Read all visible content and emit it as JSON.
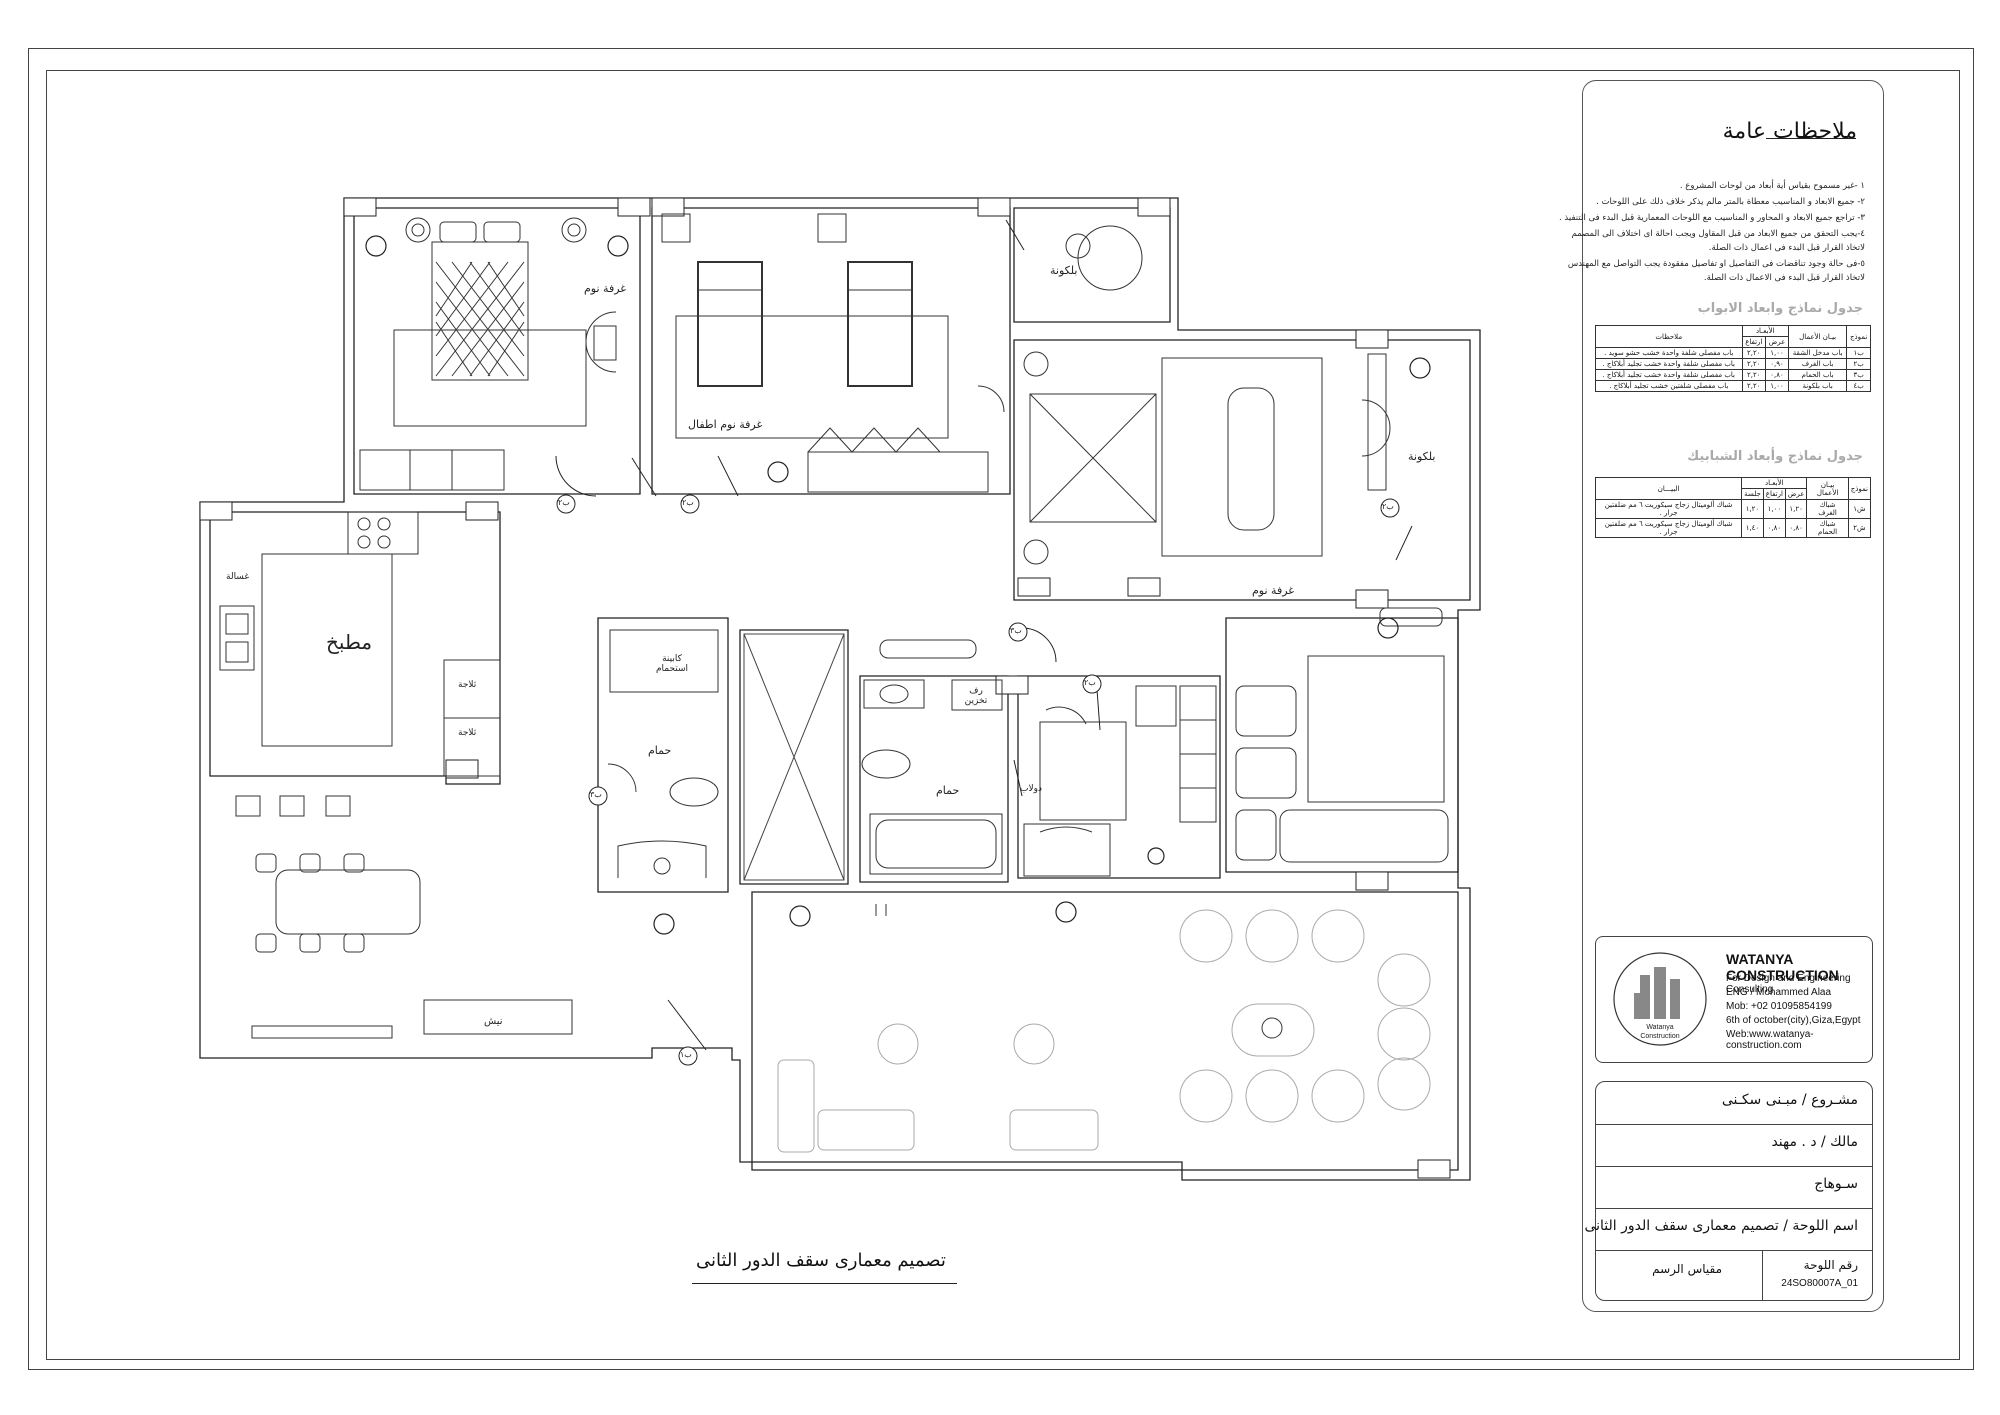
{
  "plan": {
    "rooms": {
      "bedroom1": "غرفة نوم",
      "kids_bedroom": "غرفة نوم اطفال",
      "balcony_top": "بلكونة",
      "balcony_right": "بلكونة",
      "master_bedroom": "غرفة نوم",
      "kitchen": "مطبخ",
      "sink": "غسالة",
      "fridge1": "ثلاجة",
      "fridge2": "ثلاجة",
      "bath1": "حمام",
      "shower": "كابينة استحمام",
      "bath2": "حمام",
      "shelf": "رف تخزين",
      "closet": "دولاب",
      "niche": "نيش"
    },
    "door_tags": [
      "ب٢",
      "ب٢",
      "ب٣",
      "ب٢",
      "ب٢",
      "ب٣",
      "ب١"
    ]
  },
  "drawing_title": "تصميم معمارى سقف الدور الثانى",
  "panel": {
    "notes_title": "ملاحظات عامة",
    "notes": [
      "١ -غير مسموح بقياس أية أبعاد من لوحات المشروع .",
      "٢- جميع الابعاد و المناسيب معطاة بالمتر مالم يذكر خلاف ذلك على اللوحات .",
      "٣- تراجع جميع الابعاد و المحاور و المناسيب مع اللوحات المعمارية قبل البدء فى التنفيذ .",
      "٤-يجب التحقق من جميع الابعاد من قبل المقاول ويجب احالة اى اختلاف الى المصمم",
      "لاتخاذ القرار قبل البدء فى اعمال ذات الصلة.",
      "٥-فى حالة وجود تناقضات فى التفاصيل او تفاصيل مفقودة يجب التواصل مع المهندس",
      "لاتخاذ القرار قبل البدء فى الاعمال ذات الصلة."
    ],
    "doors_title": "جدول نماذج وابعاد الابواب",
    "doors_headers": {
      "model": "نموذج",
      "desc": "بيـان الأعمال",
      "dims": "الأبعـاد",
      "w": "عرض",
      "h": "ارتفاع",
      "notes": "ملاحظات"
    },
    "doors_rows": [
      {
        "model": "ب١",
        "desc": "باب مدخل الشقة",
        "w": "١,٠٠",
        "h": "٢,٢٠",
        "notes": "باب مفصلى شلفة واحدة خشب حشو سويد ."
      },
      {
        "model": "ب٢",
        "desc": "باب الغرف",
        "w": "٠,٩٠",
        "h": "٢,٢٠",
        "notes": "باب مفصلى شلفة واحدة خشب تجليد أبلاكاج ."
      },
      {
        "model": "ب٣",
        "desc": "باب الحمام",
        "w": "٠,٨٠",
        "h": "٢,٢٠",
        "notes": "باب مفصلى شلفة واحدة خشب تجليد أبلاكاج ."
      },
      {
        "model": "ب٤",
        "desc": "باب بلكونة",
        "w": "١,٠٠",
        "h": "٢,٢٠",
        "notes": "باب مفصلى شلفتين خشب تجليد أبلاكاج ."
      }
    ],
    "windows_title": "جدول نماذج وأبعاد الشبابيك",
    "windows_headers": {
      "model": "نموذج",
      "desc": "بيـان الأعمال",
      "dims": "الأبعـاد",
      "w": "عرض",
      "h": "ارتفاع",
      "sill": "جلسة",
      "notes": "البيـــان"
    },
    "windows_rows": [
      {
        "model": "ش١",
        "desc": "شباك الغرف",
        "w": "١,٢٠",
        "h": "١,٠٠",
        "sill": "١,٢٠",
        "notes": "شباك ألوميتال زجاج سيكوريت ٦ مم ضلفتين جرار ."
      },
      {
        "model": "ش٢",
        "desc": "شباك الحمام",
        "w": "٠,٨٠",
        "h": "٠,٨٠",
        "sill": "١,٤٠",
        "notes": "شباك ألوميتال زجاج سيكوريت ٦ مم ضلفتين جرار ."
      }
    ],
    "company": {
      "name": "WATANYA CONSTRUCTION",
      "line1": "For Design and Engineering Consulting",
      "line2": "ENG / Mohammed Alaa",
      "line3": "Mob: +02 01095854199",
      "line4": "6th of october(city),Giza,Egypt",
      "line5": "Web:www.watanya-construction.com",
      "logo_text1": "Watanya",
      "logo_text2": "Construction"
    },
    "info": {
      "project": "مشـروع / مبـنى سكـنى",
      "owner": "مالك / د . مهند",
      "location": "سـوهاج",
      "sheet_name": "اسم اللوحة / تصميم معمارى سقف الدور الثانى",
      "sheet_no_label": "رقم اللوحة",
      "scale_label": "مقياس الرسم",
      "sheet_no": "24SO80007A_01"
    }
  }
}
